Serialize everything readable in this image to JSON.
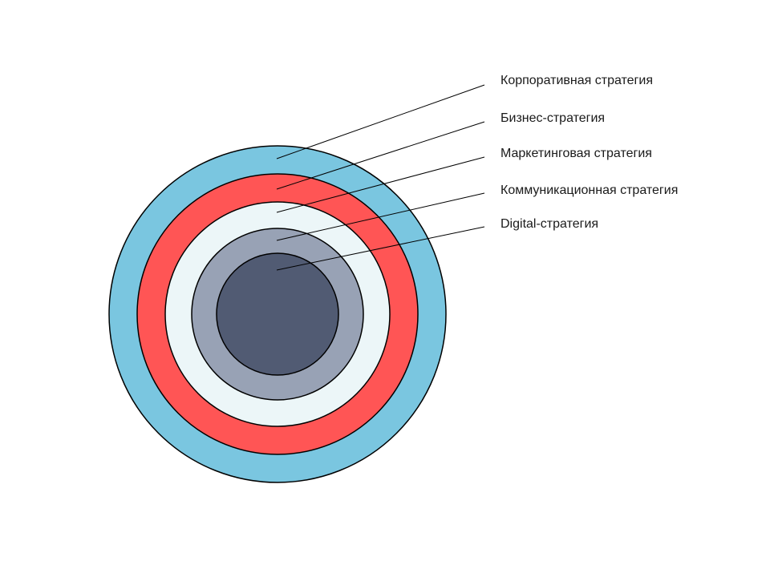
{
  "layers": [
    {
      "label": "Корпоративная стратегия",
      "color": "#7ac6e0"
    },
    {
      "label": "Бизнес-стратегия",
      "color": "#ff5555"
    },
    {
      "label": "Маркетинговая стратегия",
      "color": "#ecf6f8"
    },
    {
      "label": "Коммуникационная стратегия",
      "color": "#98a2b5"
    },
    {
      "label": "Digital-стратегия",
      "color": "#515b73"
    }
  ]
}
